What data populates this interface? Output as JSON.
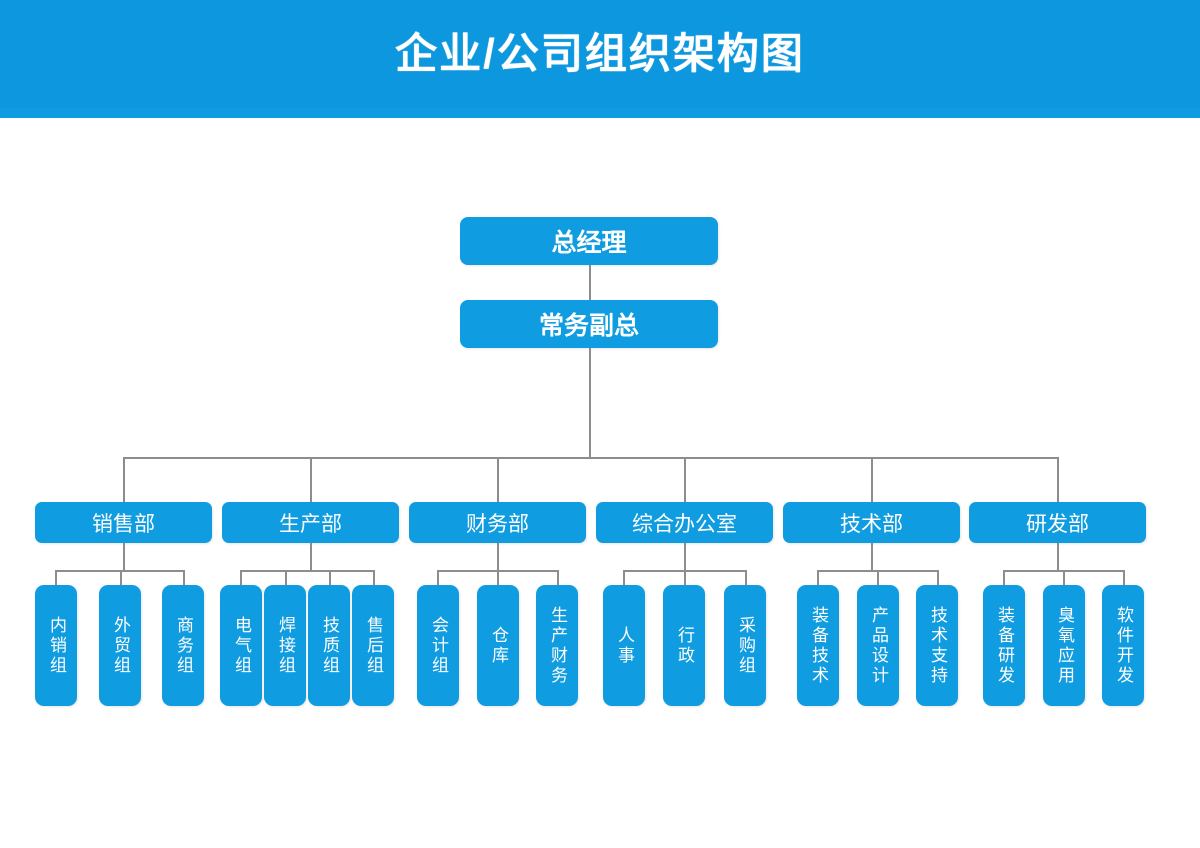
{
  "header": {
    "title": "企业/公司组织架构图",
    "background_color": "#0c97de",
    "text_color": "#ffffff"
  },
  "theme": {
    "node_color": "#0f9ce0",
    "node_text_color": "#ffffff",
    "connector_color": "#8d8d8d",
    "page_background": "#ffffff"
  },
  "org": {
    "top": [
      {
        "label": "总经理"
      },
      {
        "label": "常务副总"
      }
    ],
    "departments": [
      {
        "label": "销售部",
        "teams": [
          {
            "label": "内销组"
          },
          {
            "label": "外贸组"
          },
          {
            "label": "商务组"
          }
        ]
      },
      {
        "label": "生产部",
        "teams": [
          {
            "label": "电气组"
          },
          {
            "label": "焊接组"
          },
          {
            "label": "技质组"
          },
          {
            "label": "售后组"
          }
        ]
      },
      {
        "label": "财务部",
        "teams": [
          {
            "label": "会计组"
          },
          {
            "label": "仓库"
          },
          {
            "label": "生产财务"
          }
        ]
      },
      {
        "label": "综合办公室",
        "teams": [
          {
            "label": "人事"
          },
          {
            "label": "行政"
          },
          {
            "label": "采购组"
          }
        ]
      },
      {
        "label": "技术部",
        "teams": [
          {
            "label": "装备技术"
          },
          {
            "label": "产品设计"
          },
          {
            "label": "技术支持"
          }
        ]
      },
      {
        "label": "研发部",
        "teams": [
          {
            "label": "装备研发"
          },
          {
            "label": "臭氧应用"
          },
          {
            "label": "软件开发"
          }
        ]
      }
    ]
  }
}
